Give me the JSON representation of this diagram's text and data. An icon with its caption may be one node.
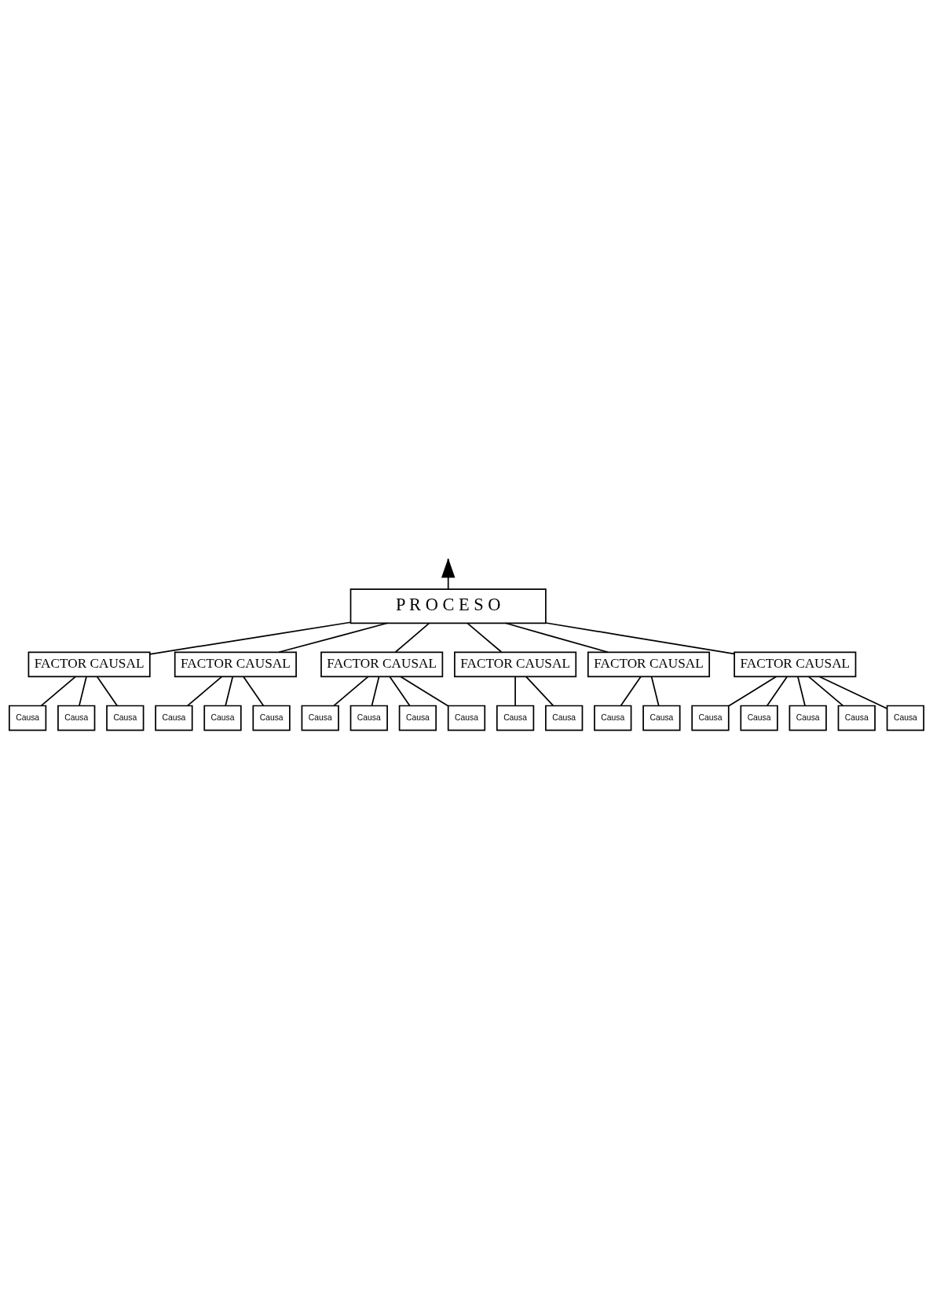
{
  "diagram": {
    "nodes": [
      {
        "text": [
          "P R O C E S O"
        ]
      },
      {
        "text": [
          "FACTOR CAUSAL"
        ]
      },
      {
        "text": [
          "Causa"
        ]
      },
      {
        "text": [
          "Causa"
        ]
      },
      {
        "text": [
          "Causa"
        ]
      },
      {
        "text": [
          "FACTOR CAUSAL"
        ]
      },
      {
        "text": [
          "Causa"
        ]
      },
      {
        "text": [
          "Causa"
        ]
      },
      {
        "text": [
          "Causa"
        ]
      },
      {
        "text": [
          "FACTOR CAUSAL"
        ]
      },
      {
        "text": [
          "Causa"
        ]
      },
      {
        "text": [
          "Causa"
        ]
      },
      {
        "text": [
          "Causa"
        ]
      },
      {
        "text": [
          "Causa"
        ]
      },
      {
        "text": [
          "FACTOR CAUSAL"
        ]
      },
      {
        "text": [
          "Causa"
        ]
      },
      {
        "text": [
          "Causa"
        ]
      },
      {
        "text": [
          "FACTOR CAUSAL"
        ]
      },
      {
        "text": [
          "Causa"
        ]
      },
      {
        "text": [
          "Causa"
        ]
      },
      {
        "text": [
          "FACTOR CAUSAL"
        ]
      },
      {
        "text": [
          "Causa"
        ]
      },
      {
        "text": [
          "Causa"
        ]
      },
      {
        "text": [
          "Causa"
        ]
      },
      {
        "text": [
          "Causa"
        ]
      },
      {
        "text": [
          "Causa"
        ]
      }
    ],
    "edges": [
      {
        "from": 0,
        "to": null,
        "arrow": "to"
      },
      {
        "from": 1,
        "to": 0,
        "arrow": "none"
      },
      {
        "from": 2,
        "to": 1,
        "arrow": "none"
      },
      {
        "from": 3,
        "to": 1,
        "arrow": "none"
      },
      {
        "from": 4,
        "to": 1,
        "arrow": "none"
      },
      {
        "from": 5,
        "to": 0,
        "arrow": "none"
      },
      {
        "from": 6,
        "to": 5,
        "arrow": "none"
      },
      {
        "from": 7,
        "to": 5,
        "arrow": "none"
      },
      {
        "from": 8,
        "to": 5,
        "arrow": "none"
      },
      {
        "from": 9,
        "to": 0,
        "arrow": "none"
      },
      {
        "from": 10,
        "to": 9,
        "arrow": "none"
      },
      {
        "from": 11,
        "to": 9,
        "arrow": "none"
      },
      {
        "from": 12,
        "to": 9,
        "arrow": "none"
      },
      {
        "from": 13,
        "to": 9,
        "arrow": "none"
      },
      {
        "from": 14,
        "to": 0,
        "arrow": "none"
      },
      {
        "from": 15,
        "to": 14,
        "arrow": "none"
      },
      {
        "from": 16,
        "to": 14,
        "arrow": "none"
      },
      {
        "from": 17,
        "to": 0,
        "arrow": "none"
      },
      {
        "from": 18,
        "to": 17,
        "arrow": "none"
      },
      {
        "from": 19,
        "to": 17,
        "arrow": "none"
      },
      {
        "from": 20,
        "to": 0,
        "arrow": "none"
      },
      {
        "from": 21,
        "to": 20,
        "arrow": "none"
      },
      {
        "from": 22,
        "to": 20,
        "arrow": "none"
      },
      {
        "from": 23,
        "to": 20,
        "arrow": "none"
      },
      {
        "from": 24,
        "to": 20,
        "arrow": "none"
      },
      {
        "from": 25,
        "to": 20,
        "arrow": "none"
      }
    ]
  }
}
